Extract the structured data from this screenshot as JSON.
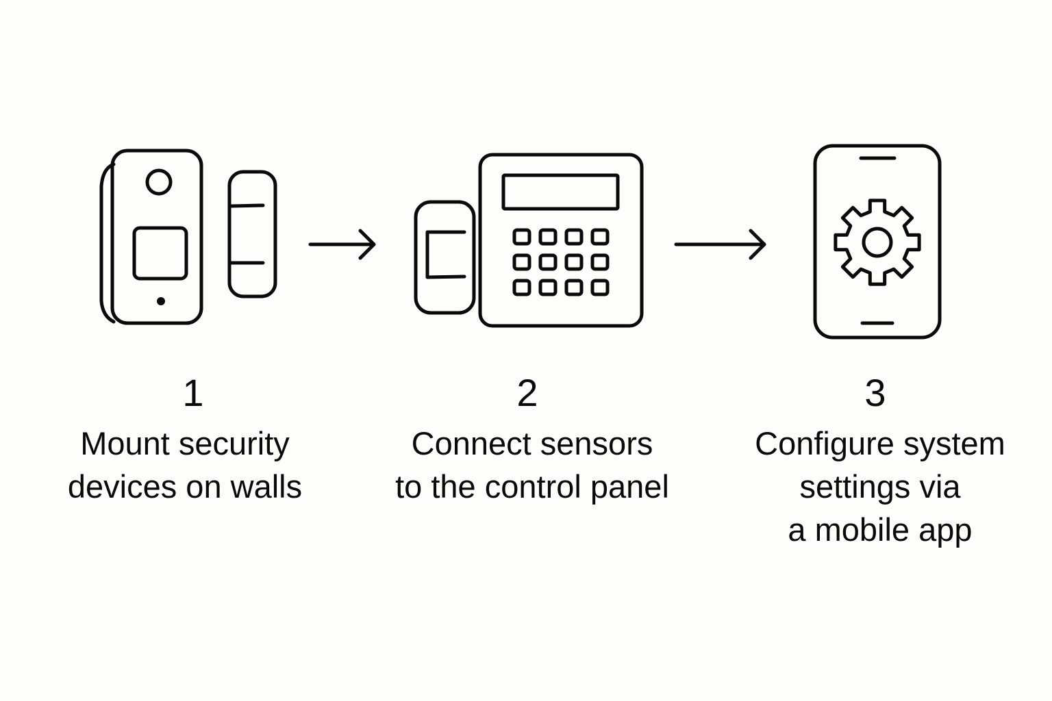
{
  "diagram": {
    "type": "process-flow",
    "colors": {
      "background": "#fdfdf9",
      "ink": "#0a0a0a"
    },
    "steps": [
      {
        "number": "1",
        "text": "Mount security\ndevices on walls",
        "icon": "door-window-sensor-icon"
      },
      {
        "number": "2",
        "text": "Connect sensors\nto the control panel",
        "icon": "alarm-control-panel-icon"
      },
      {
        "number": "3",
        "text": "Configure system\nsettings via\na mobile app",
        "icon": "smartphone-settings-icon"
      }
    ],
    "connectors": [
      {
        "from": "1",
        "to": "2",
        "icon": "arrow-right-icon"
      },
      {
        "from": "2",
        "to": "3",
        "icon": "arrow-right-icon"
      }
    ]
  }
}
